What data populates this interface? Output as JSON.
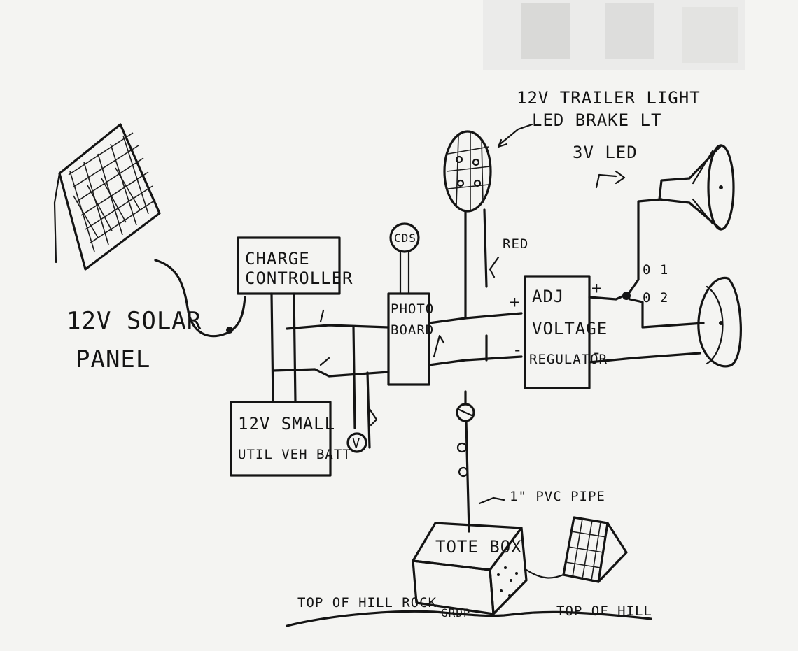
{
  "labels": {
    "solar_panel_line1": "12V SOLAR",
    "solar_panel_line2": "PANEL",
    "charge_controller_line1": "CHARGE",
    "charge_controller_line2": "CONTROLLER",
    "battery_line1": "12V SMALL",
    "battery_line2": "UTIL VEH BATT",
    "voltmeter": "V",
    "cds": "CDS",
    "photo_board_line1": "PHOTO",
    "photo_board_line2": "BOARD",
    "trailer_light_line1": "12V TRAILER LIGHT",
    "trailer_light_line2": "LED BRAKE LT",
    "led_3v": "3V LED",
    "red": "RED",
    "regulator_line1": "ADJ",
    "regulator_line2": "VOLTAGE",
    "regulator_line3": "REGULATOR",
    "plus": "+",
    "minus": "-",
    "switch_1": "0 1",
    "switch_2": "0 2",
    "pvc_pipe": "1\" PVC PIPE",
    "tote_box": "TOTE BOX",
    "ground_left": "TOP OF HILL ROCK",
    "ground_mid": "GRDP",
    "ground_right": "TOP OF HILL"
  }
}
